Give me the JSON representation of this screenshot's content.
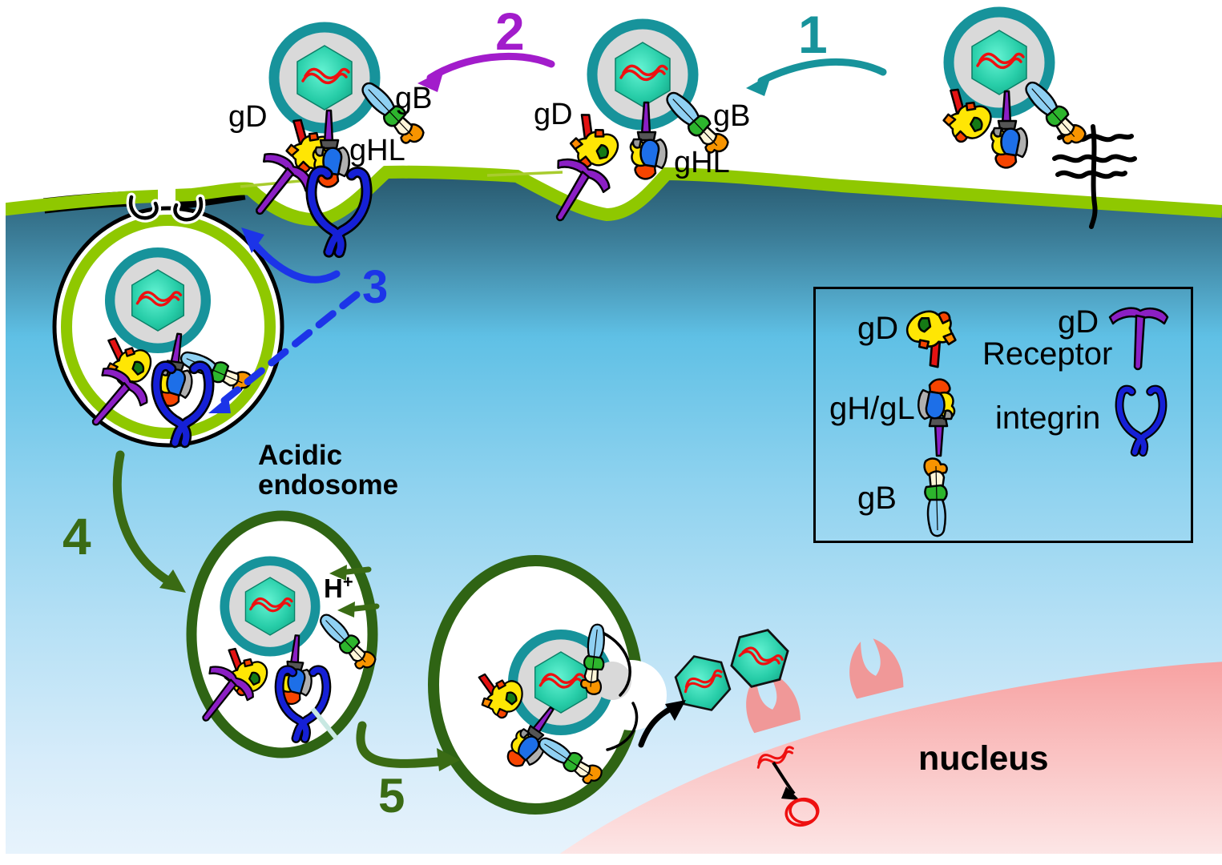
{
  "steps": [
    {
      "id": "1",
      "color": "#17939B"
    },
    {
      "id": "2",
      "color": "#A21CCB"
    },
    {
      "id": "3",
      "color": "#1C34E8"
    },
    {
      "id": "4",
      "color": "#3A6B14"
    },
    {
      "id": "5",
      "color": "#3A6B14"
    }
  ],
  "virus_labels": {
    "left": {
      "gd": "gD",
      "gb": "gB",
      "ghl": "gHL"
    },
    "middle": {
      "gd": "gD",
      "gb": "gB",
      "ghl": "gHL"
    }
  },
  "annotations": {
    "acidic_line1": "Acidic",
    "acidic_line2": "endosome",
    "proton": "H",
    "proton_charge": "+",
    "nucleus": "nucleus"
  },
  "legend": {
    "gd": "gD",
    "gd_receptor_line1": "gD",
    "gd_receptor_line2": "Receptor",
    "gh_gl": "gH/gL",
    "integrin": "integrin",
    "gb": "gB"
  },
  "icons": {
    "gd": "gD-glycoprotein-icon",
    "gh_gl": "gH-gL-glycoprotein-icon",
    "gb": "gB-glycoprotein-icon",
    "gd_receptor": "gD-receptor-icon",
    "integrin": "integrin-icon",
    "capsid": "viral-capsid-icon",
    "heparan": "heparan-sulfate-icon",
    "nuclear_pore": "nuclear-pore-icon"
  },
  "colors": {
    "membrane_green": "#8FC800",
    "endosome_green": "#2F6414",
    "cytoplasm_dark": "#26566B",
    "cytoplasm_light": "#E9F4FC",
    "nucleus_pink": "#F7A0A0",
    "envelope_teal": "#17939B",
    "capsid_teal": "#27CDA8",
    "dna_red": "#EE1010",
    "step1_teal": "#17939B",
    "step2_purple": "#A21CCB",
    "step3_blue": "#1C34E8",
    "step45_green": "#3A6B14",
    "gd_receptor_purple": "#8B1FC4",
    "integrin_blue": "#1520D6"
  }
}
